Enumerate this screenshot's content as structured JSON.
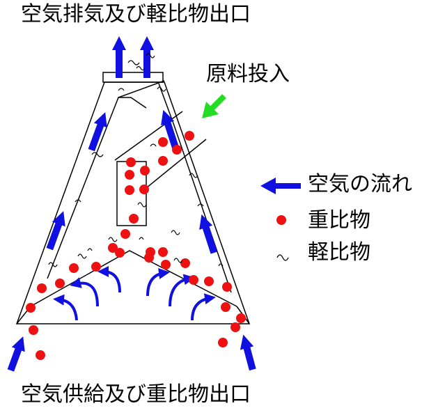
{
  "labels": {
    "top_outlet": "空気排気及び軽比物出口",
    "bottom_outlet": "空気供給及び重比物出口",
    "feed": "原料投入"
  },
  "legend": {
    "air_flow": "空気の流れ",
    "heavy": "重比物",
    "light": "軽比物"
  },
  "colors": {
    "air_arrow": "#1010e0",
    "heavy_particle": "#ee1111",
    "feed_arrow": "#22dd22",
    "line": "#000000"
  },
  "icons": {
    "air_flow": "blue-arrow-icon",
    "heavy": "red-dot-icon",
    "light": "squiggle-icon",
    "feed": "green-arrow-icon"
  }
}
